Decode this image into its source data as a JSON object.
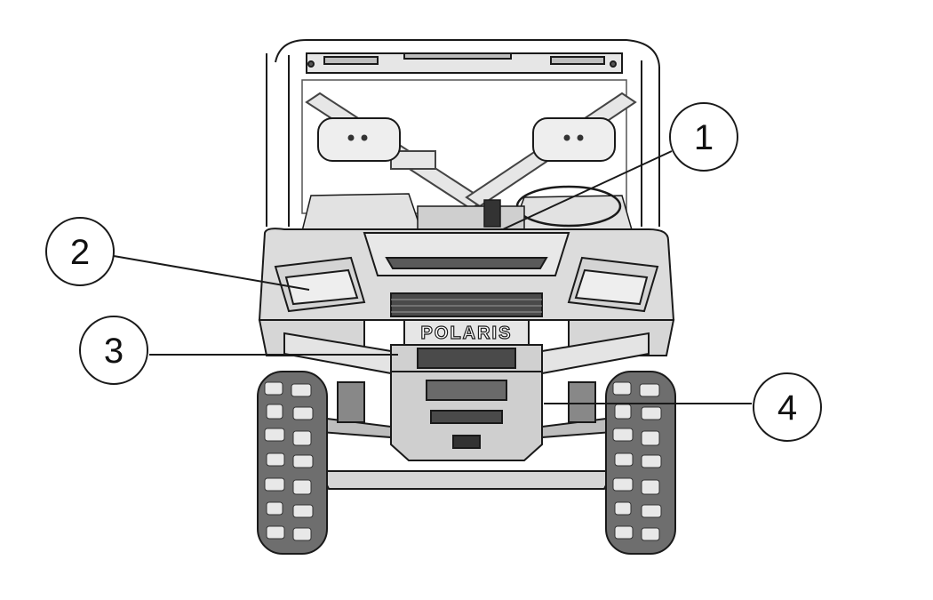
{
  "figure": {
    "brand_text": "POLARIS",
    "callouts": [
      {
        "id": "1",
        "label": "1"
      },
      {
        "id": "2",
        "label": "2"
      },
      {
        "id": "3",
        "label": "3"
      },
      {
        "id": "4",
        "label": "4"
      }
    ]
  },
  "colors": {
    "line": "#1a1a1a",
    "body_fill": "#d9d9d9",
    "body_light": "#ececec",
    "dark": "#4a4a4a",
    "tire": "#6e6e6e"
  }
}
